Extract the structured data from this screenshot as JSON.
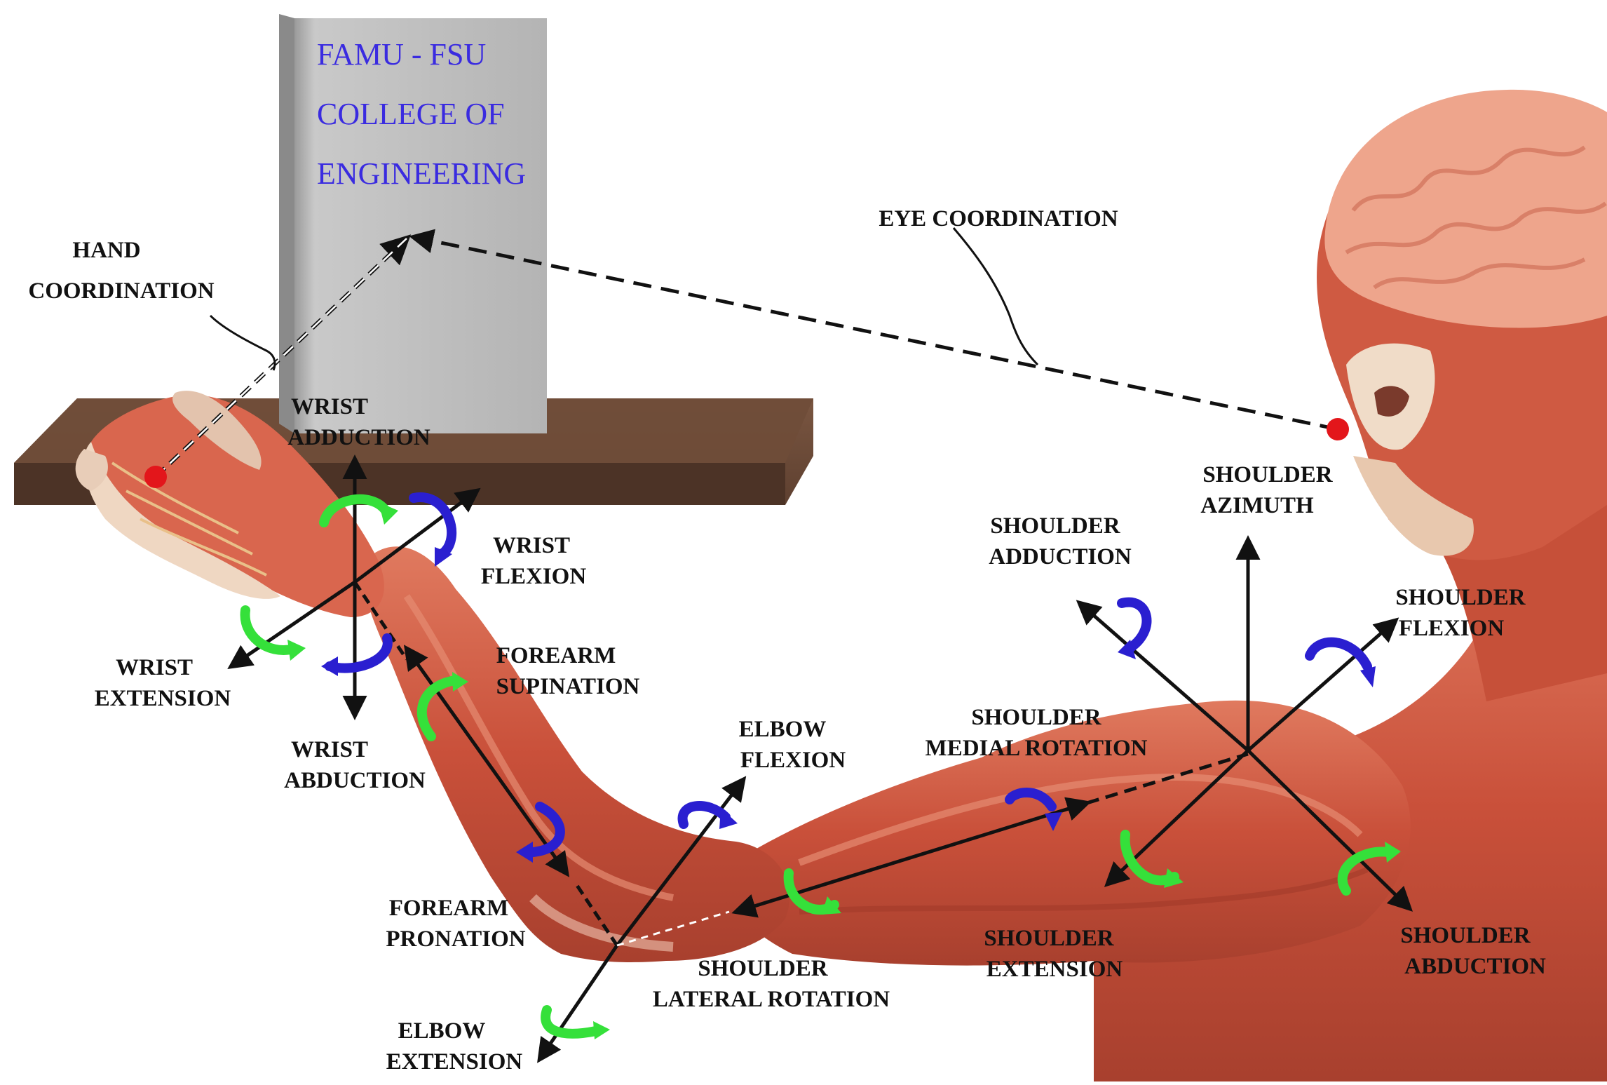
{
  "sign": {
    "line1": "FAMU - FSU",
    "line2": "COLLEGE OF",
    "line3": "ENGINEERING"
  },
  "labels": {
    "hand_coordination": [
      "HAND",
      "COORDINATION"
    ],
    "eye_coordination": "EYE COORDINATION",
    "wrist_adduction": [
      "WRIST",
      "ADDUCTION"
    ],
    "wrist_flexion": [
      "WRIST",
      "FLEXION"
    ],
    "wrist_extension": [
      "WRIST",
      "EXTENSION"
    ],
    "wrist_abduction": [
      "WRIST",
      "ABDUCTION"
    ],
    "forearm_supination": [
      "FOREARM",
      "SUPINATION"
    ],
    "forearm_pronation": [
      "FOREARM",
      "PRONATION"
    ],
    "elbow_flexion": [
      "ELBOW",
      "FLEXION"
    ],
    "elbow_extension": [
      "ELBOW",
      "EXTENSION"
    ],
    "shoulder_lateral_rotation": [
      "SHOULDER",
      "LATERAL ROTATION"
    ],
    "shoulder_medial_rotation": [
      "SHOULDER",
      "MEDIAL ROTATION"
    ],
    "shoulder_extension": [
      "SHOULDER",
      "EXTENSION"
    ],
    "shoulder_azimuth": [
      "SHOULDER",
      "AZIMUTH"
    ],
    "shoulder_adduction": [
      "SHOULDER",
      "ADDUCTION"
    ],
    "shoulder_flexion": [
      "SHOULDER",
      "FLEXION"
    ],
    "shoulder_abduction": [
      "SHOULDER",
      "ABDUCTION"
    ]
  },
  "colors": {
    "muscle": "#c9503a",
    "muscle_light": "#e07a5f",
    "brain": "#eea58c",
    "table": "#6b4a36",
    "sign_board": "#b9b9b9",
    "sign_text": "#3a2be0",
    "target_dot": "#e3161b",
    "rotation_blue": "#2a1fd0",
    "rotation_green": "#35e03a",
    "axis": "#111111"
  }
}
